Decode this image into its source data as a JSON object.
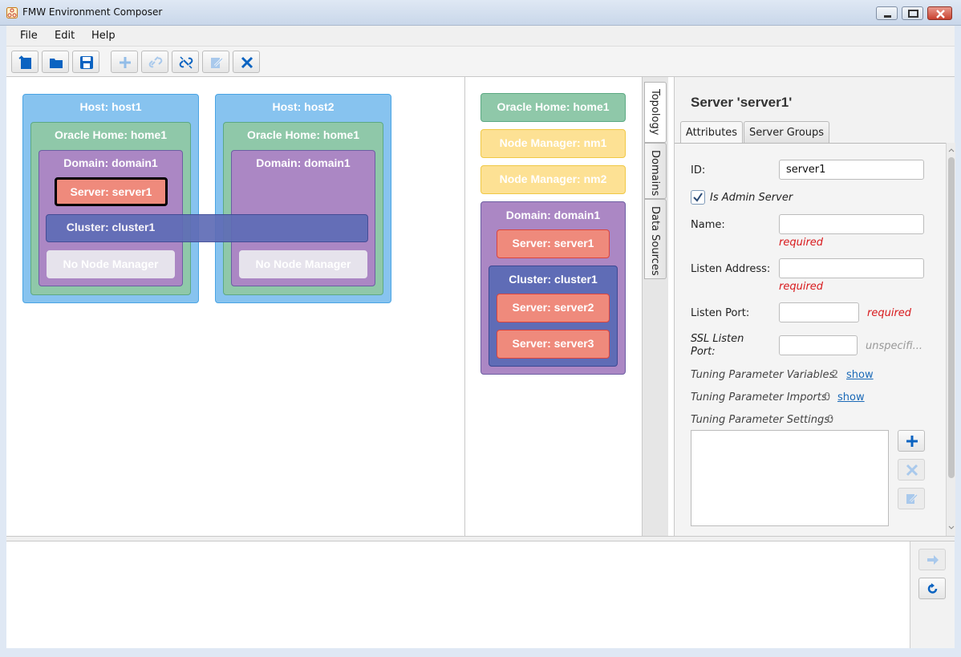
{
  "window": {
    "title": "FMW Environment Composer"
  },
  "menu": [
    "File",
    "Edit",
    "Help"
  ],
  "toolbar": {
    "buttons": [
      "new-icon",
      "open-folder-icon",
      "save-icon",
      "add-icon",
      "link-icon",
      "unlink-icon",
      "edit-icon",
      "delete-icon"
    ]
  },
  "canvas": {
    "host1": {
      "label": "Host: host1",
      "home": "Oracle Home: home1",
      "domain": "Domain: domain1",
      "server": "Server: server1",
      "nonm": "No Node Manager"
    },
    "host2": {
      "label": "Host: host2",
      "home": "Oracle Home: home1",
      "domain": "Domain: domain1",
      "nonm": "No Node Manager"
    },
    "cluster": "Cluster: cluster1"
  },
  "palette": {
    "home": "Oracle Home: home1",
    "nm1": "Node Manager: nm1",
    "nm2": "Node Manager: nm2",
    "domain": "Domain: domain1",
    "server1": "Server: server1",
    "cluster": "Cluster: cluster1",
    "server2": "Server: server2",
    "server3": "Server: server3"
  },
  "side_tabs": [
    "Topology",
    "Domains",
    "Data Sources"
  ],
  "props": {
    "title": "Server 'server1'",
    "tabs": [
      "Attributes",
      "Server Groups"
    ],
    "id_label": "ID:",
    "id_value": "server1",
    "admin_label": "Is Admin Server",
    "name_label": "Name:",
    "listen_address_label": "Listen Address:",
    "listen_port_label": "Listen Port:",
    "ssl_port_label_1": "SSL Listen",
    "ssl_port_label_2": "Port:",
    "required": "required",
    "unspecified": "unspecifi...",
    "tpv_label": "Tuning Parameter Variables:",
    "tpv_count": "2",
    "tpi_label": "Tuning Parameter Imports:",
    "tpi_count": "0",
    "tps_label": "Tuning Parameter Settings:",
    "tps_count": "0",
    "show": "show"
  }
}
